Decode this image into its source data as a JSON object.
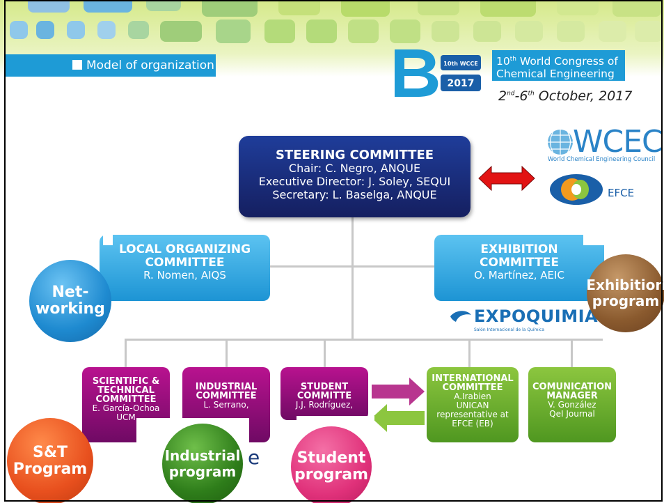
{
  "header": {
    "section_label": "Model of organization",
    "logo_letter": "B",
    "logo_edition": "10th WCCE",
    "logo_year": "2017",
    "congress_title_line1_num": "10",
    "congress_title_line1_sup": "th",
    "congress_title_line1_rest": " World Congress of",
    "congress_title_line2": "Chemical Engineering",
    "dates_start": "2",
    "dates_start_sup": "nd",
    "dates_mid": "-6",
    "dates_mid_sup": "th",
    "dates_rest": " October, 2017"
  },
  "steering": {
    "title": "STEERING COMMITTEE",
    "line1": "Chair: C. Negro, ANQUE",
    "line2": "Executive Director: J. Soley, SEQUI",
    "line3": "Secretary: L. Baselga, ANQUE"
  },
  "partners": {
    "wcec_word": "WCEC",
    "wcec_sub": "World Chemical Engineering Council",
    "efce_word": "EFCE"
  },
  "local": {
    "title1": "LOCAL ORGANIZING",
    "title2": "COMMITTEE",
    "person": "R. Nomen, AIQS"
  },
  "exhibition": {
    "title1": "EXHIBITION",
    "title2": "COMMITTEE",
    "person": "O. Martínez, AEIC"
  },
  "expo": {
    "word": "EXPOQUIMIA",
    "sub": "Salón Internacional de la Química"
  },
  "subcommittees": {
    "scientific": {
      "t1": "SCIENTIFIC &",
      "t2": "TECHNICAL",
      "t3": "COMMITTEE",
      "p1": "E. García-Ochoa",
      "p2": "UCM"
    },
    "industrial": {
      "t1": "INDUSTRIAL",
      "t2": "COMMITTEE",
      "p1": "L. Serrano,"
    },
    "student": {
      "t1": "STUDENT",
      "t2": "COMMITTE",
      "p1": "J.J. Rodríguez,"
    },
    "international": {
      "t1": "INTERNATIONAL",
      "t2": "COMMITTEE",
      "p1": "A.Irabien",
      "p2": "UNICAN",
      "p3": "representative at",
      "p4": "EFCE (EB)"
    },
    "communication": {
      "t1": "COMUNICATION",
      "t2": "MANAGER",
      "p1": "V. González",
      "p2": "QeI Journal"
    }
  },
  "circles": {
    "networking": {
      "l1": "Net-",
      "l2": "working",
      "color": "#1e8ad0"
    },
    "exhibition_program": {
      "l1": "Exhibition",
      "l2": "program",
      "color": "#8a5a2e"
    },
    "st_program": {
      "l1": "S&T",
      "l2": "Program",
      "color": "#e8501e"
    },
    "industrial_program": {
      "l1": "Industrial",
      "l2": "program",
      "color": "#2e7d1a"
    },
    "student_program": {
      "l1": "Student",
      "l2": "program",
      "color": "#e0317a"
    }
  },
  "stray_letter": "e",
  "colors": {
    "accent_blue": "#1e9bd6",
    "steering_navy": "#1a2a7a",
    "arrow_red": "#e21313",
    "purple": "#8a0f78",
    "green": "#6db33f"
  }
}
